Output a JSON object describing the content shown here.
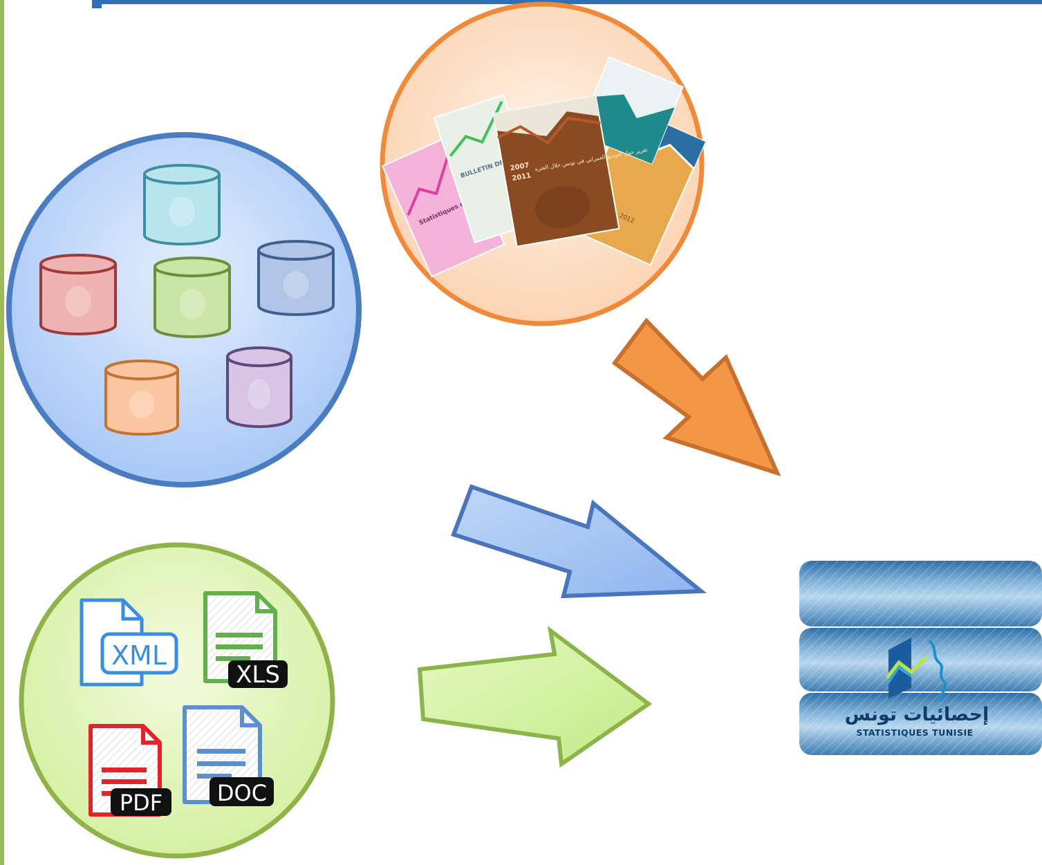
{
  "colors": {
    "frame_left": "#9BBB59",
    "frame_top": "#2E6FB7",
    "db_circle_fill": "#C7DCFB",
    "db_circle_stroke": "#4A7CC0",
    "pubs_circle_fill": "#FFE3C8",
    "pubs_circle_stroke": "#F08A3A",
    "files_circle_fill": "#E6F7C2",
    "files_circle_stroke": "#8FB24A",
    "arrow_orange": "#F39645",
    "arrow_orange_stroke": "#C8702E",
    "arrow_blue": "#A8C8F4",
    "arrow_blue_stroke": "#4A74BB",
    "arrow_green": "#D2F29A",
    "arrow_green_stroke": "#8BB44A"
  },
  "databases": [
    {
      "name": "teal-db",
      "fill": "#B8E4EC",
      "stroke": "#3F8F9C"
    },
    {
      "name": "red-db",
      "fill": "#EFB3B3",
      "stroke": "#9E3A3A"
    },
    {
      "name": "green-db",
      "fill": "#CBE5A6",
      "stroke": "#6E8E3C"
    },
    {
      "name": "blue-db",
      "fill": "#AFC4E6",
      "stroke": "#3F5F91"
    },
    {
      "name": "orange-db",
      "fill": "#FBC7A2",
      "stroke": "#C4722E"
    },
    {
      "name": "purple-db",
      "fill": "#D8C5E6",
      "stroke": "#5C4A7A"
    }
  ],
  "files": {
    "xml_label": "XML",
    "xls_label": "XLS",
    "pdf_label": "PDF",
    "doc_label": "DOC"
  },
  "publications": {
    "cover_1_text": "Statistiques du commerce extérieur",
    "cover_2_text": "BULLETIN DE STATI",
    "cover_3_year_a": "2007",
    "cover_3_year_b": "2011",
    "cover_3_text": "تقرير حول التوسع العمراني في تونس خلال الفترة",
    "cover_5_year": "2012"
  },
  "target": {
    "logo_arabic": "إحصائيات تونس",
    "logo_french": "STATISTIQUES TUNISIE"
  }
}
